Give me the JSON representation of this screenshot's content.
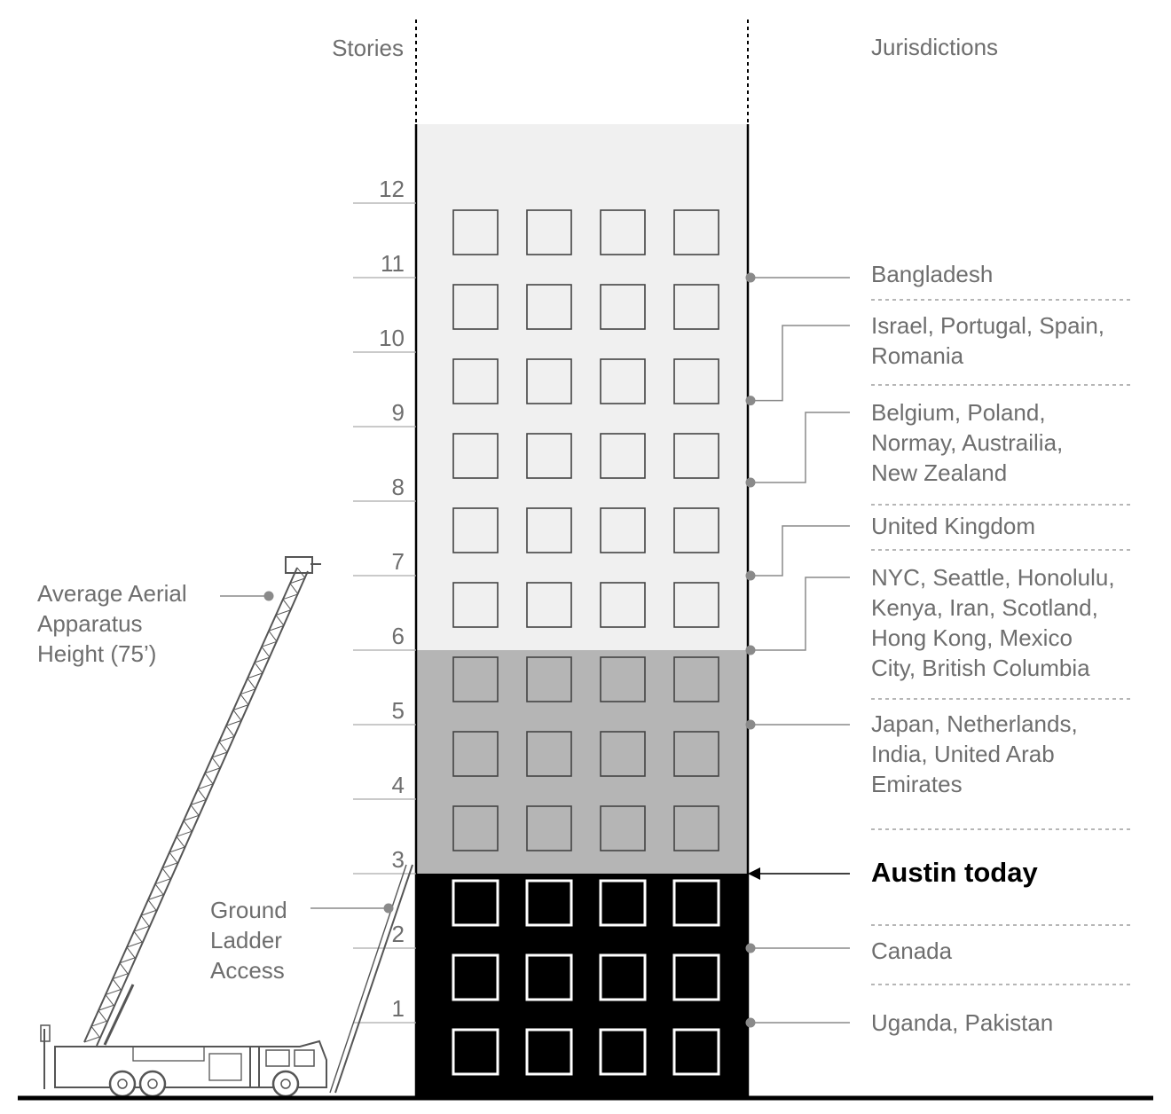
{
  "headers": {
    "stories": "Stories",
    "jurisdictions": "Jurisdictions"
  },
  "stories": [
    "1",
    "2",
    "3",
    "4",
    "5",
    "6",
    "7",
    "8",
    "9",
    "10",
    "11",
    "12"
  ],
  "building": {
    "floors": 12,
    "windows_per_floor": 4,
    "zones": [
      {
        "name": "current",
        "floors_from": 1,
        "floors_to": 3,
        "color": "#000000"
      },
      {
        "name": "mid",
        "floors_from": 4,
        "floors_to": 6,
        "color": "#b5b5b5"
      },
      {
        "name": "upper",
        "floors_from": 7,
        "floors_to": 12,
        "color": "#f0f0f0"
      }
    ]
  },
  "jurisdictions": [
    {
      "id": "bangladesh",
      "lines": [
        "Bangladesh"
      ],
      "story": 11
    },
    {
      "id": "israel",
      "lines": [
        "Israel, Portugal, Spain,",
        "Romania"
      ],
      "story": 9.35
    },
    {
      "id": "belgium",
      "lines": [
        "Belgium, Poland,",
        "Normay, Austrailia,",
        "New Zealand"
      ],
      "story": 8.25
    },
    {
      "id": "uk",
      "lines": [
        "United Kingdom"
      ],
      "story": 7
    },
    {
      "id": "nyc",
      "lines": [
        "NYC, Seattle, Honolulu,",
        "Kenya, Iran, Scotland,",
        "Hong Kong, Mexico",
        "City, British Columbia"
      ],
      "story": 6
    },
    {
      "id": "japan",
      "lines": [
        "Japan, Netherlands,",
        "India, United Arab",
        "Emirates"
      ],
      "story": 5
    },
    {
      "id": "austin",
      "lines": [
        "Austin today"
      ],
      "story": 3,
      "emphasis": true
    },
    {
      "id": "canada",
      "lines": [
        "Canada"
      ],
      "story": 2
    },
    {
      "id": "uganda",
      "lines": [
        "Uganda, Pakistan"
      ],
      "story": 1
    }
  ],
  "aerial": {
    "label_lines": [
      "Average Aerial",
      "Apparatus",
      "Height (75’)"
    ],
    "height_stories": 6.5
  },
  "ground_ladder": {
    "label_lines": [
      "Ground",
      "Ladder",
      "Access"
    ],
    "height_stories": 3
  },
  "colors": {
    "label": "#6e6e6e",
    "line": "#8a8a8a",
    "ground": "#000000",
    "emphasis": "#000000"
  }
}
